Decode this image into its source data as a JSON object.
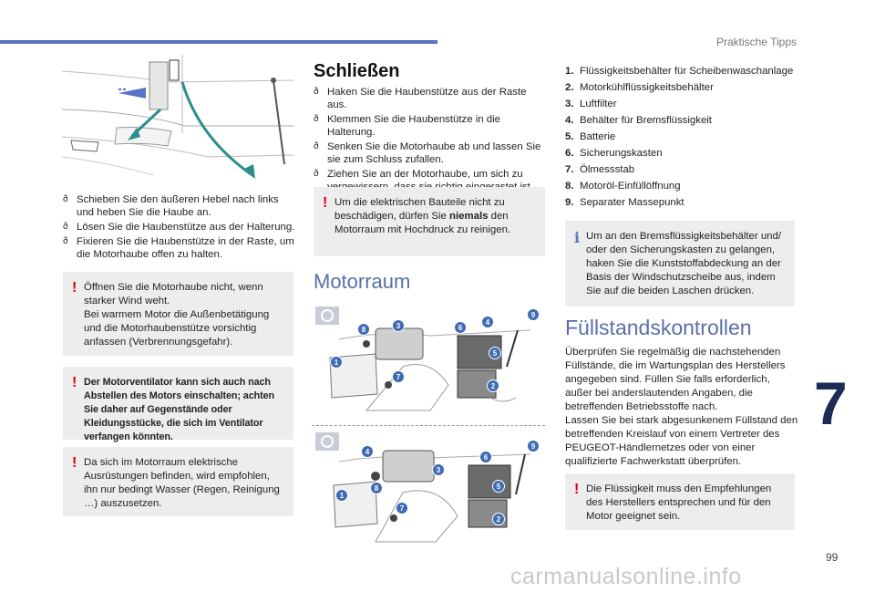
{
  "header": {
    "section": "Praktische Tipps",
    "chapter": "7",
    "page": "99"
  },
  "left": {
    "bullets": [
      "Schieben Sie den äußeren Hebel nach links und heben Sie die Haube an.",
      "Lösen Sie die Haubenstütze aus der Halterung.",
      "Fixieren Sie die Haubenstütze in der Raste, um die Motorhaube offen zu halten."
    ],
    "warn1": "Öffnen Sie die Motorhaube nicht, wenn starker Wind weht.\nBei warmem Motor die Außenbetätigung und die Motorhaubenstütze vorsichtig anfassen (Verbrennungsgefahr).",
    "warn2": "Der Motorventilator kann sich auch nach Abstellen des Motors einschalten; achten Sie daher auf Gegenstände oder Kleidungsstücke, die sich im Ventilator verfangen könnten.",
    "warn3": "Da sich im Motorraum elektrische Ausrüstungen befinden, wird empfohlen, ihn nur bedingt Wasser (Regen, Reinigung …) auszusetzen."
  },
  "middle": {
    "title": "Schließen",
    "bullets": [
      "Haken Sie die Haubenstütze aus der Raste aus.",
      "Klemmen Sie die Haubenstütze in die Halterung.",
      "Senken Sie die Motorhaube ab und lassen Sie sie zum Schluss zufallen.",
      "Ziehen Sie an der Motorhaube, um sich zu vergewissern, dass sie richtig eingerastet ist."
    ],
    "warn_pre": "Um die elektrischen Bauteile nicht zu beschädigen, dürfen Sie ",
    "warn_bold": "niemals",
    "warn_post": " den Motorraum mit Hochdruck zu reinigen.",
    "title2": "Motorraum"
  },
  "right": {
    "items": [
      {
        "n": "1.",
        "t": "Flüssigkeitsbehälter für Scheibenwaschanlage"
      },
      {
        "n": "2.",
        "t": "Motorkühlflüssigkeitsbehälter"
      },
      {
        "n": "3.",
        "t": "Luftfilter"
      },
      {
        "n": "4.",
        "t": "Behälter für Bremsflüssigkeit"
      },
      {
        "n": "5.",
        "t": "Batterie"
      },
      {
        "n": "6.",
        "t": "Sicherungskasten"
      },
      {
        "n": "7.",
        "t": "Ölmessstab"
      },
      {
        "n": "8.",
        "t": "Motoröl-Einfüllöffnung"
      },
      {
        "n": "9.",
        "t": "Separater Massepunkt"
      }
    ],
    "info": "Um an den Bremsflüssigkeitsbehälter und/ oder den Sicherungskasten zu gelangen, haken Sie die Kunststoffabdeckung an der Basis der Windschutzscheibe aus, indem Sie auf die beiden Laschen drücken.",
    "title": "Füllstandskontrollen",
    "para": "Überprüfen Sie regelmäßig die nachstehenden Füllstände, die im Wartungsplan des Herstellers angegeben sind. Füllen Sie falls erforderlich, außer bei anderslautenden Angaben, die betreffenden Betriebsstoffe nach.\nLassen Sie bei stark abgesunkenem Füllstand den betreffenden Kreislauf von einem Vertreter des PEUGEOT-Händlernetzes oder von einer qualifizierte Fachwerkstatt überprüfen.",
    "warn": "Die Flüssigkeit muss den Empfehlungen des Herstellers entsprechen und für den Motor geeignet sein."
  },
  "diagram_top": {
    "callouts": [
      "9",
      "8",
      "3",
      "6",
      "4",
      "5",
      "1",
      "7",
      "2"
    ]
  },
  "diagram_bottom": {
    "callouts": [
      "4",
      "6",
      "9",
      "3",
      "8",
      "5",
      "1",
      "7",
      "2"
    ]
  },
  "watermark": "carmanualsonline.info"
}
